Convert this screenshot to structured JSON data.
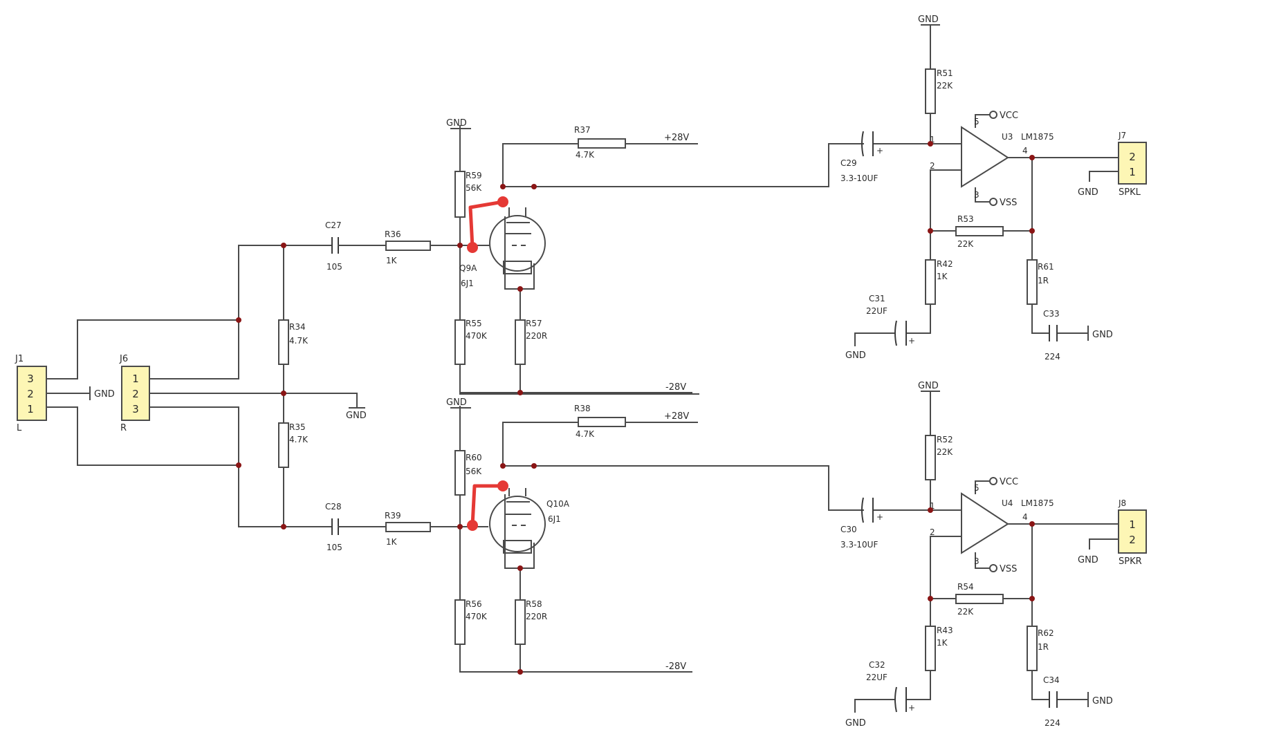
{
  "colors": {
    "wire": "#4a4a4a",
    "junction": "#8a1515",
    "connector_fill": "#fdf6b5",
    "highlight": "#e53935"
  },
  "labels": {
    "gnd": "GND",
    "vcc": "VCC",
    "vss": "VSS",
    "plus28": "+28V",
    "minus28": "-28V",
    "plus": "+"
  },
  "connectors": {
    "j1": {
      "ref": "J1",
      "name": "L",
      "pins": [
        "3",
        "2",
        "1"
      ]
    },
    "j6": {
      "ref": "J6",
      "name": "R",
      "pins": [
        "1",
        "2",
        "3"
      ]
    },
    "j7": {
      "ref": "J7",
      "name": "SPKL",
      "pins": [
        "2",
        "1"
      ]
    },
    "j8": {
      "ref": "J8",
      "name": "SPKR",
      "pins": [
        "1",
        "2"
      ]
    }
  },
  "resistors": {
    "r34": {
      "ref": "R34",
      "value": "4.7K"
    },
    "r35": {
      "ref": "R35",
      "value": "4.7K"
    },
    "r36": {
      "ref": "R36",
      "value": "1K"
    },
    "r39": {
      "ref": "R39",
      "value": "1K"
    },
    "r37": {
      "ref": "R37",
      "value": "4.7K"
    },
    "r38": {
      "ref": "R38",
      "value": "4.7K"
    },
    "r59": {
      "ref": "R59",
      "value": "56K"
    },
    "r60": {
      "ref": "R60",
      "value": "56K"
    },
    "r55": {
      "ref": "R55",
      "value": "470K"
    },
    "r56": {
      "ref": "R56",
      "value": "470K"
    },
    "r57": {
      "ref": "R57",
      "value": "220R"
    },
    "r58": {
      "ref": "R58",
      "value": "220R"
    },
    "r51": {
      "ref": "R51",
      "value": "22K"
    },
    "r52": {
      "ref": "R52",
      "value": "22K"
    },
    "r53": {
      "ref": "R53",
      "value": "22K"
    },
    "r54": {
      "ref": "R54",
      "value": "22K"
    },
    "r42": {
      "ref": "R42",
      "value": "1K"
    },
    "r43": {
      "ref": "R43",
      "value": "1K"
    },
    "r61": {
      "ref": "R61",
      "value": "1R"
    },
    "r62": {
      "ref": "R62",
      "value": "1R"
    }
  },
  "capacitors": {
    "c27": {
      "ref": "C27",
      "value": "105"
    },
    "c28": {
      "ref": "C28",
      "value": "105"
    },
    "c29": {
      "ref": "C29",
      "value": "3.3-10UF"
    },
    "c30": {
      "ref": "C30",
      "value": "3.3-10UF"
    },
    "c31": {
      "ref": "C31",
      "value": "22UF"
    },
    "c32": {
      "ref": "C32",
      "value": "22UF"
    },
    "c33": {
      "ref": "C33",
      "value": "224"
    },
    "c34": {
      "ref": "C34",
      "value": "224"
    }
  },
  "tubes": {
    "q9a": {
      "ref": "Q9A",
      "value": "6J1"
    },
    "q10a": {
      "ref": "Q10A",
      "value": "6J1"
    }
  },
  "amps": {
    "u3": {
      "ref": "U3",
      "value": "LM1875",
      "pins": {
        "in_plus": "1",
        "in_minus": "2",
        "vcc": "5",
        "vss": "3",
        "out": "4"
      }
    },
    "u4": {
      "ref": "U4",
      "value": "LM1875",
      "pins": {
        "in_plus": "1",
        "in_minus": "2",
        "vcc": "5",
        "vss": "3",
        "out": "4"
      }
    }
  }
}
